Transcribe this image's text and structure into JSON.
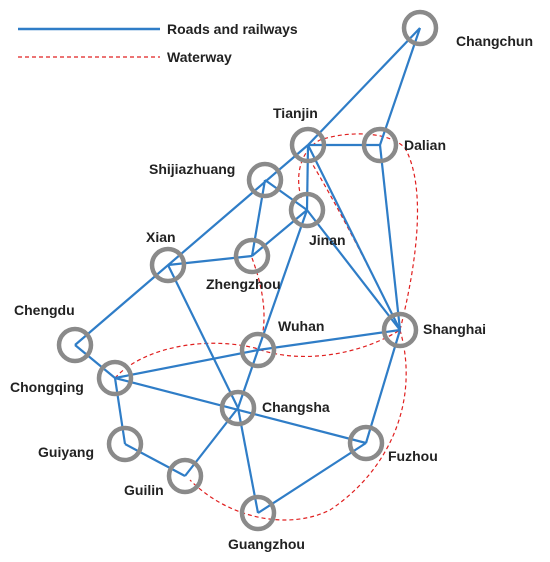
{
  "legend": {
    "road": {
      "label": "Roads and railways",
      "color": "#2f7dc7"
    },
    "water": {
      "label": "Waterway",
      "color": "#e02020"
    }
  },
  "node_ring_color": "#8a8a8a",
  "cities": {
    "changchun": "Changchun",
    "tianjin": "Tianjin",
    "dalian": "Dalian",
    "shijiazhuang": "Shijiazhuang",
    "jinan": "Jinan",
    "xian": "Xian",
    "zhengzhou": "Zhengzhou",
    "chengdu": "Chengdu",
    "wuhan": "Wuhan",
    "shanghai": "Shanghai",
    "chongqing": "Chongqing",
    "changsha": "Changsha",
    "guiyang": "Guiyang",
    "fuzhou": "Fuzhou",
    "guilin": "Guilin",
    "guangzhou": "Guangzhou"
  },
  "roads": [
    [
      "changchun",
      "tianjin"
    ],
    [
      "changchun",
      "dalian"
    ],
    [
      "tianjin",
      "dalian"
    ],
    [
      "tianjin",
      "jinan"
    ],
    [
      "tianjin",
      "shanghai"
    ],
    [
      "dalian",
      "shanghai"
    ],
    [
      "tianjin",
      "chengdu"
    ],
    [
      "shijiazhuang",
      "jinan"
    ],
    [
      "shijiazhuang",
      "zhengzhou"
    ],
    [
      "xian",
      "zhengzhou"
    ],
    [
      "jinan",
      "zhengzhou"
    ],
    [
      "jinan",
      "wuhan"
    ],
    [
      "jinan",
      "shanghai"
    ],
    [
      "xian",
      "changsha"
    ],
    [
      "chengdu",
      "chongqing"
    ],
    [
      "wuhan",
      "shanghai"
    ],
    [
      "wuhan",
      "changsha"
    ],
    [
      "chongqing",
      "wuhan"
    ],
    [
      "chongqing",
      "fuzhou"
    ],
    [
      "chongqing",
      "guiyang"
    ],
    [
      "guiyang",
      "guilin"
    ],
    [
      "guilin",
      "changsha"
    ],
    [
      "changsha",
      "guangzhou"
    ],
    [
      "guangzhou",
      "fuzhou"
    ],
    [
      "fuzhou",
      "shanghai"
    ]
  ]
}
